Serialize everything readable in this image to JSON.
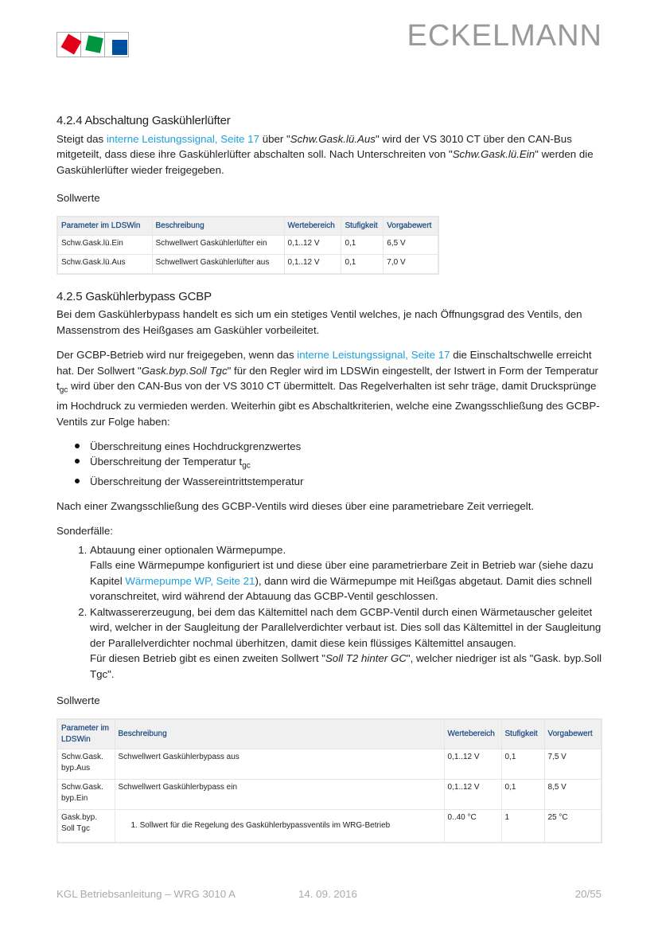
{
  "header": {
    "brand": "ECKELMANN",
    "logo_colors": [
      "#e2001a",
      "#009640",
      "#0050a0"
    ]
  },
  "s424": {
    "title": "4.2.4 Abschaltung Gaskühlerlüfter",
    "p1_a": "Steigt das ",
    "p1_link": "interne Leistungssignal, Seite 17",
    "p1_b": " über \"",
    "p1_i1": "Schw.Gask.lü.Aus",
    "p1_c": "\" wird der VS 3010 CT über den CAN-Bus mitgeteilt, dass diese ihre Gaskühlerlüfter abschalten soll. Nach Unterschreiten von \"",
    "p1_i2": "Schw.Gask.lü.Ein",
    "p1_d": "\" werden die Gaskühlerlüfter wieder freigegeben.",
    "sollwerte": "Sollwerte",
    "table": {
      "headers": [
        "Parameter im LDSWin",
        "Beschreibung",
        "Wertebereich",
        "Stufigkeit",
        "Vorgabewert"
      ],
      "rows": [
        [
          "Schw.Gask.lü.Ein",
          "Schwellwert Gaskühlerlüfter ein",
          "0,1..12 V",
          "0,1",
          "6,5 V"
        ],
        [
          "Schw.Gask.lü.Aus",
          "Schwellwert Gaskühlerlüfter aus",
          "0,1..12 V",
          "0,1",
          "7,0 V"
        ]
      ]
    }
  },
  "s425": {
    "title": "4.2.5 Gaskühlerbypass GCBP",
    "p1": "Bei dem Gaskühlerbypass handelt es sich um ein stetiges Ventil welches, je nach Öffnungsgrad des Ventils, den Massenstrom des Heißgases am Gaskühler vorbeileitet.",
    "p2_a": "Der GCBP-Betrieb wird nur freigegeben, wenn das ",
    "p2_link": "interne Leistungssignal, Seite 17",
    "p2_b": " die Einschaltschwelle erreicht hat. Der Sollwert \"",
    "p2_i": "Gask.byp.Soll Tgc",
    "p2_c": "\" für den Regler wird im LDSWin eingestellt, der Istwert in Form der Temperatur t",
    "p2_sub": "gc",
    "p2_d": " wird über den CAN-Bus von der VS 3010 CT übermittelt. Das Regelverhalten ist sehr träge, damit Drucksprünge im Hochdruck zu vermieden werden. Weiterhin gibt es Abschaltkriterien, welche eine Zwangsschließung des GCBP-Ventils zur Folge haben:",
    "bullets": [
      "Überschreitung eines Hochdruckgrenzwertes",
      "Überschreitung der Temperatur t",
      "Überschreitung der Wassereintrittstemperatur"
    ],
    "bullet_sub": "gc",
    "p3": "Nach einer Zwangsschließung des GCBP-Ventils wird dieses über eine parametriebare Zeit verriegelt.",
    "sonder": "Sonderfälle:",
    "item1_title": "Abtauung einer optionalen Wärmepumpe.",
    "item1_a": "Falls eine Wärmepumpe konfiguriert ist und diese über eine parametrierbare Zeit in Betrieb war (siehe dazu Kapitel ",
    "item1_link": "Wärmepumpe WP, Seite 21",
    "item1_b": "), dann wird die Wärmepumpe mit Heißgas abgetaut. Damit dies schnell voranschreitet, wird während der Abtauung das GCBP-Ventil geschlossen.",
    "item2_a": "Kaltwassererzeugung, bei dem das Kältemittel nach dem GCBP-Ventil durch einen Wärmetauscher geleitet wird, welcher in der Saugleitung der Parallelverdichter verbaut ist. Dies soll das Kältemittel in der Saugleitung der Parallelverdichter nochmal überhitzen, damit diese kein flüssiges Kältemittel ansaugen.",
    "item2_b": "Für diesen Betrieb gibt es einen zweiten Sollwert \"",
    "item2_i": "Soll T2 hinter GC",
    "item2_c": "\", welcher niedriger ist als \"Gask. byp.Soll Tgc\".",
    "sollwerte": "Sollwerte",
    "table": {
      "headers": [
        "Parameter im LDSWin",
        "Beschreibung",
        "Wertebereich",
        "Stufigkeit",
        "Vorgabewert"
      ],
      "rows": [
        [
          "Schw.Gask. byp.Aus",
          "Schwellwert Gaskühlerbypass aus",
          "0,1..12 V",
          "0,1",
          "7,5 V"
        ],
        [
          "Schw.Gask. byp.Ein",
          "Schwellwert Gaskühlerbypass ein",
          "0,1..12 V",
          "0,1",
          "8,5 V"
        ],
        [
          "Gask.byp. Soll Tgc",
          "1.  Sollwert für die Regelung des Gaskühlerbypassventils im WRG-Betrieb",
          "0..40 °C",
          "1",
          "25 °C"
        ]
      ]
    }
  },
  "footer": {
    "doc": "KGL Betriebsanleitung – WRG 3010 A",
    "date": "14. 09. 2016",
    "page": "20/55"
  }
}
